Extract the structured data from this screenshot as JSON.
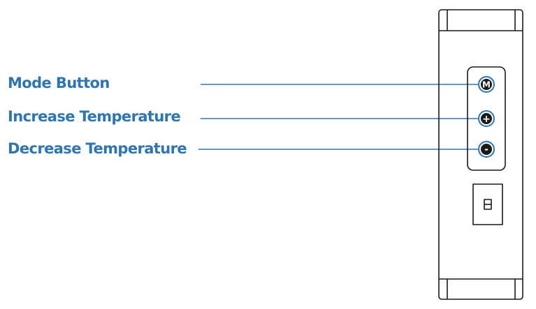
{
  "callouts": [
    {
      "label": "Mode Button",
      "glyph": "M",
      "icon": "mode-m-icon"
    },
    {
      "label": "Increase Temperature",
      "glyph": "+",
      "icon": "plus-icon"
    },
    {
      "label": "Decrease Temperature",
      "glyph": "-",
      "icon": "minus-icon"
    }
  ],
  "colors": {
    "label": "#2e75b6",
    "leader_line": "#2e75b6",
    "outline": "#1a1a1a",
    "button_ring": "#2e75b6"
  }
}
